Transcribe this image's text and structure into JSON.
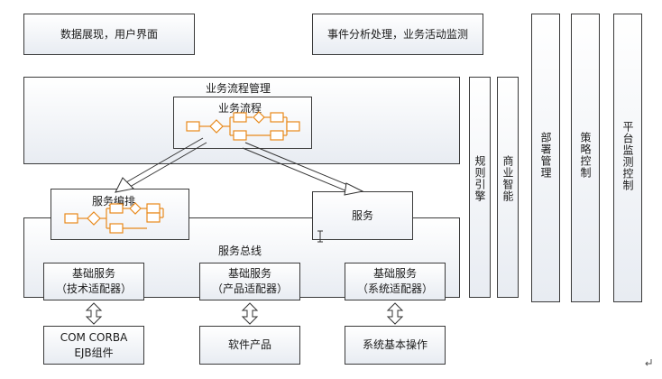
{
  "top_boxes": {
    "data_display": "数据展现，用户界面",
    "event_analysis": "事件分析处理，业务活动监测"
  },
  "process_mgmt": {
    "title": "业务流程管理",
    "inner_label": "业务流程"
  },
  "orchestration": {
    "label": "服务编排"
  },
  "service": {
    "label": "服务"
  },
  "bus": {
    "title": "服务总线"
  },
  "adapters": [
    {
      "line1": "基础服务",
      "line2": "（技术适配器）"
    },
    {
      "line1": "基础服务",
      "line2": "（产品适配器）"
    },
    {
      "line1": "基础服务",
      "line2": "（系统适配器）"
    }
  ],
  "bottom_boxes": [
    {
      "line1": "COM CORBA",
      "line2": "EJB组件"
    },
    {
      "line1": "软件产品",
      "line2": ""
    },
    {
      "line1": "系统基本操作",
      "line2": ""
    }
  ],
  "side_columns": [
    {
      "label": "规则引擎"
    },
    {
      "label": "商业智能"
    },
    {
      "label": "部署管理"
    },
    {
      "label": "策略控制"
    },
    {
      "label": "平台监测控制"
    }
  ],
  "colors": {
    "flow_orange": "#e8891a",
    "border": "#3a3a3a",
    "box_fill": "#e8ecf2"
  }
}
